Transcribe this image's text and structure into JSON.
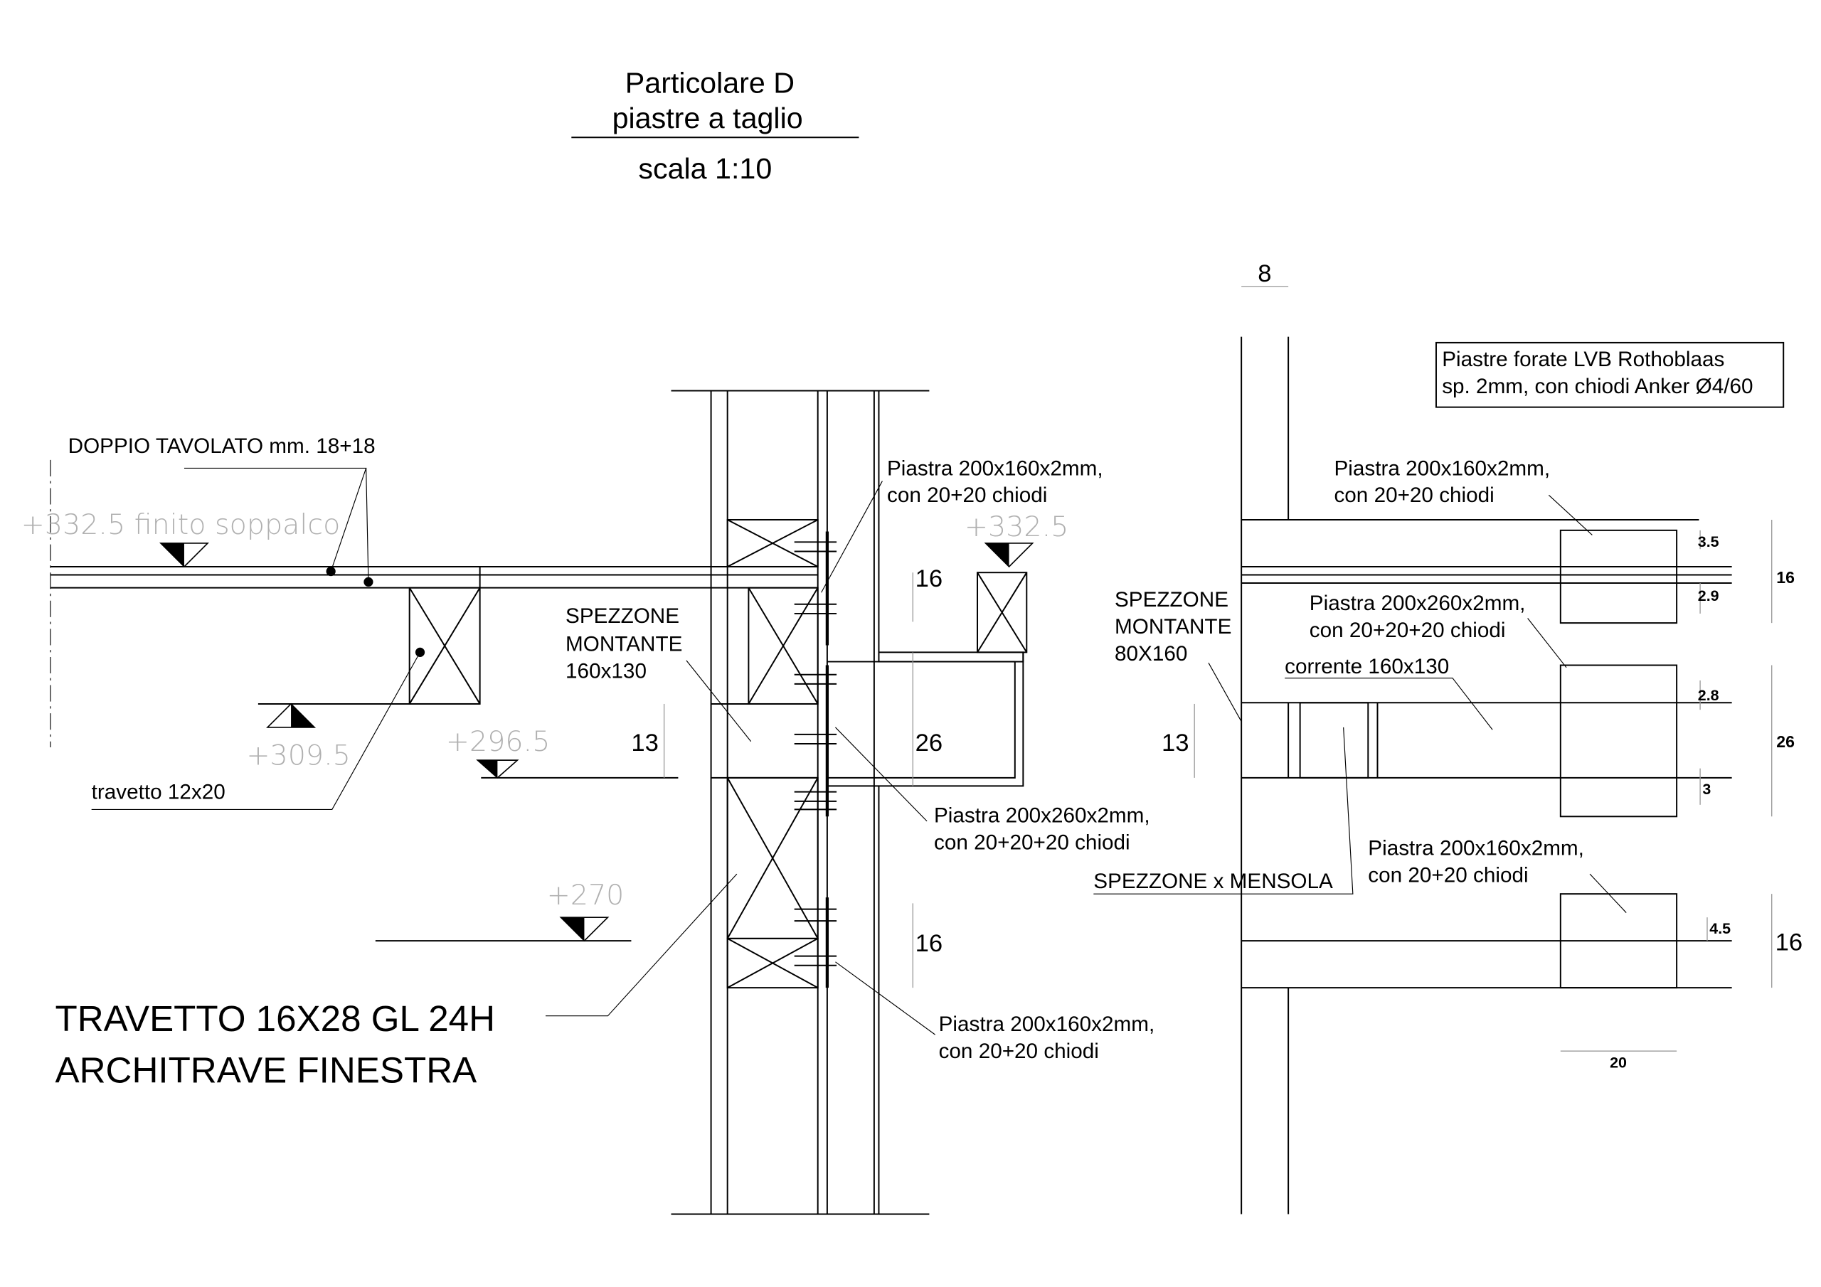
{
  "title": {
    "line1": "Particolare D",
    "line2": "piastre a taglio",
    "scale": "scala 1:10"
  },
  "left_detail": {
    "floor_label": "DOPPIO TAVOLATO mm. 18+18",
    "level_top": "+332.5  finito  soppalco",
    "level_309": "+309.5",
    "level_296": "+296.5",
    "level_270": "+270",
    "level_bracket": "+332.5",
    "joist_label": "travetto 12x20",
    "stud_label": [
      "SPEZZONE",
      "MONTANTE",
      "160x130"
    ],
    "lintel_label": [
      "TRAVETTO 16X28 GL 24H",
      "ARCHITRAVE FINESTRA"
    ],
    "dim_13": "13",
    "dim_16_top": "16",
    "dim_26": "26",
    "dim_16_bottom": "16",
    "plate_top": [
      "Piastra 200x160x2mm,",
      "con 20+20 chiodi"
    ],
    "plate_mid": [
      "Piastra 200x260x2mm,",
      "con 20+20+20 chiodi"
    ],
    "plate_bottom": [
      "Piastra 200x160x2mm,",
      "con 20+20 chiodi"
    ]
  },
  "right_detail": {
    "dim_8": "8",
    "note": [
      "Piastre forate LVB Rothoblaas",
      "sp. 2mm, con chiodi Anker Ø4/60"
    ],
    "plate_top": [
      "Piastra 200x160x2mm,",
      "con 20+20 chiodi"
    ],
    "plate_mid": [
      "Piastra 200x260x2mm,",
      "con 20+20+20 chiodi"
    ],
    "plate_bottom": [
      "Piastra 200x160x2mm,",
      "con 20+20 chiodi"
    ],
    "stud_label": [
      "SPEZZONE",
      "MONTANTE",
      "80X160"
    ],
    "rail_label": "corrente 160x130",
    "bracket_label": "SPEZZONE x MENSOLA",
    "dim_13": "13",
    "dims_small": [
      "3.5",
      "2.9",
      "2.8",
      "3",
      "4.5"
    ],
    "dims_right": [
      "16",
      "26",
      "16"
    ],
    "dim_20": "20"
  }
}
